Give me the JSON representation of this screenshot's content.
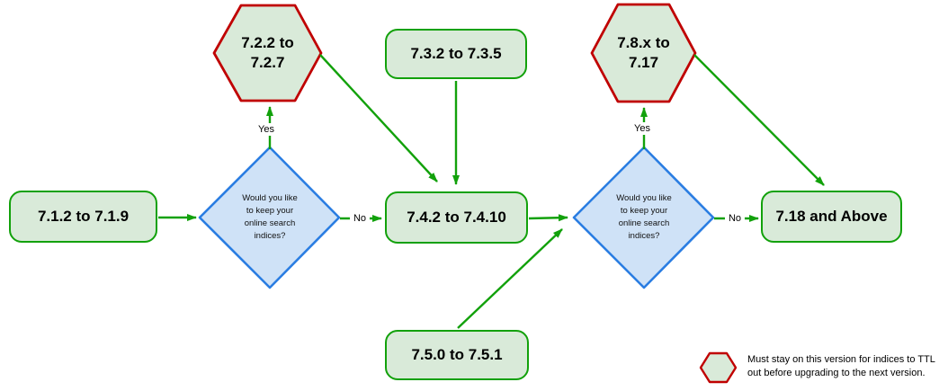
{
  "colors": {
    "flow_green_stroke": "#12a10b",
    "node_fill_green": "#d9ead9",
    "warning_red_stroke": "#c00000",
    "decision_blue_stroke": "#2a7de2",
    "decision_fill_blue": "#cfe2f7",
    "text": "#000000",
    "background": "#ffffff"
  },
  "nodes": {
    "v712": {
      "label": "7.1.2 to 7.1.9"
    },
    "v722": {
      "lines": [
        "7.2.2 to",
        "7.2.7"
      ]
    },
    "v732": {
      "label": "7.3.2 to 7.3.5"
    },
    "v742": {
      "label": "7.4.2 to 7.4.10"
    },
    "v750": {
      "label": "7.5.0 to 7.5.1"
    },
    "v78x": {
      "lines": [
        "7.8.x to",
        "7.17"
      ]
    },
    "v718": {
      "label": "7.18 and Above"
    },
    "decision_question": {
      "lines": [
        "Would you like",
        "to keep your",
        "online search",
        "indices?"
      ]
    }
  },
  "edge_labels": {
    "yes": "Yes",
    "no": "No"
  },
  "legend": {
    "lines": [
      "Must stay on this version for indices to TTL",
      "out before upgrading to the next version."
    ]
  }
}
